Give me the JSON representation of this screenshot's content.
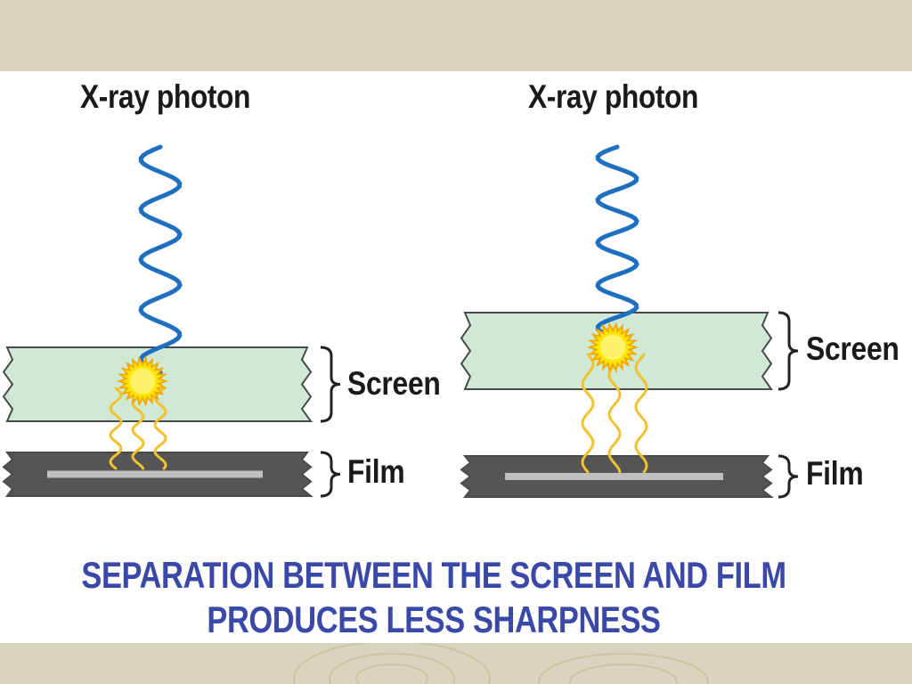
{
  "colors": {
    "band": "#d9d4bd",
    "screen_fill": "#cfe9d5",
    "film_fill": "#555555",
    "film_stripe": "#bfbfbf",
    "photon_wave": "#1f6fc0",
    "light_wave": "#f2c22e",
    "caption": "#3a49a8"
  },
  "left_diagram": {
    "photon_label": "X-ray photon",
    "screen_label": "Screen",
    "film_label": "Film"
  },
  "right_diagram": {
    "photon_label": "X-ray photon",
    "screen_label": "Screen",
    "film_label": "Film"
  },
  "caption": {
    "line1": "SEPARATION BETWEEN THE SCREEN AND FILM",
    "line2": "PRODUCES LESS SHARPNESS"
  }
}
